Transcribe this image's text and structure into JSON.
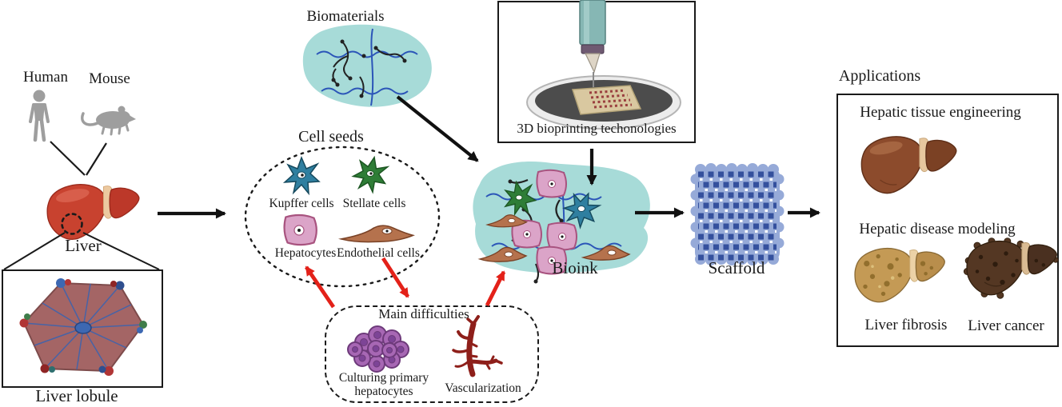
{
  "sources": {
    "human": "Human",
    "mouse": "Mouse"
  },
  "liver": {
    "label": "Liver"
  },
  "lobule": {
    "label": "Liver lobule"
  },
  "cell_seeds": {
    "title": "Cell seeds",
    "kupffer": "Kupffer cells",
    "stellate": "Stellate cells",
    "hepatocytes": "Hepatocytes",
    "endothelial": "Endothelial cells"
  },
  "biomaterials": {
    "label": "Biomaterials"
  },
  "bioprinting": {
    "label": "3D bioprinting techonologies"
  },
  "bioink": {
    "label": "Bioink"
  },
  "scaffold": {
    "label": "Scaffold"
  },
  "applications": {
    "title": "Applications",
    "tissue_engineering": "Hepatic tissue engineering",
    "disease_modeling": "Hepatic disease modeling",
    "fibrosis": "Liver fibrosis",
    "cancer": "Liver cancer"
  },
  "difficulties": {
    "title": "Main difficulties",
    "culturing": "Culturing primary hepatocytes",
    "vascularization": "Vascularization"
  },
  "colors": {
    "arrow-red": "#e32119",
    "blob-cyan": "#a7dbd8",
    "liver-red": "#c8422f",
    "scaffold-blue": "#96aad8",
    "scaffold-navy": "#34509d",
    "healthy-liver-brown": "#8c4b2c",
    "fibrosis-tan": "#c49a55",
    "cancer-brown": "#543723",
    "cluster-purple": "#a767b4",
    "vessel-darkred": "#8e1f1a",
    "cell-kupffer": "#2f7fa0",
    "cell-stellate": "#2e7d36",
    "cell-hepatocyte": "#dba4c8",
    "cell-endothelial": "#b5724d",
    "icon-gray": "#9e9e9e"
  }
}
